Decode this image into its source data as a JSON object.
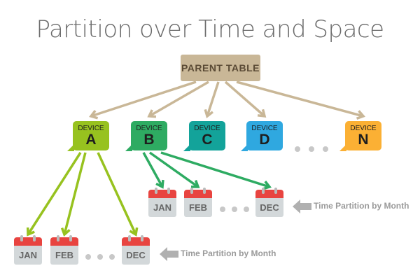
{
  "title": "Partition over Time and Space",
  "parent": "PARENT TABLE",
  "device_label": "DEVICE",
  "devices": [
    {
      "letter": "A",
      "color": "#97c21f"
    },
    {
      "letter": "B",
      "color": "#2eab62"
    },
    {
      "letter": "C",
      "color": "#13a39a"
    },
    {
      "letter": "D",
      "color": "#2fa8e0"
    },
    {
      "letter": "N",
      "color": "#fbb034"
    }
  ],
  "months_b": [
    "JAN",
    "FEB",
    "DEC"
  ],
  "months_a": [
    "JAN",
    "FEB",
    "DEC"
  ],
  "partition_label": "Time Partition by Month",
  "colors": {
    "tan": "#c9b797",
    "arrow_gray": "#b0b0b0"
  }
}
